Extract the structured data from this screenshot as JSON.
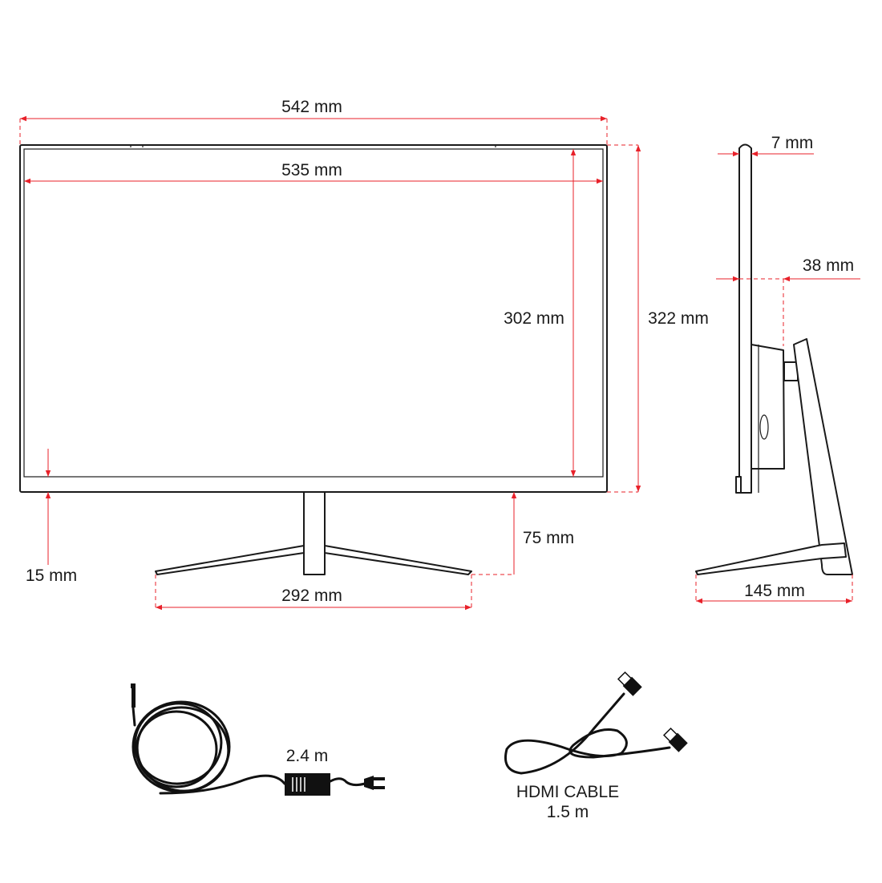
{
  "front_view": {
    "overall_width": "542 mm",
    "screen_width": "535 mm",
    "screen_height": "302 mm",
    "overall_height": "322 mm",
    "bottom_bezel": "15 mm",
    "stand_gap": "75 mm",
    "base_width": "292 mm"
  },
  "side_view": {
    "thickness": "7 mm",
    "depth_with_mount": "38 mm",
    "base_depth": "145 mm"
  },
  "accessories": {
    "power_cable_length": "2.4 m",
    "hdmi_label": "HDMI CABLE",
    "hdmi_length": "1.5 m"
  },
  "colors": {
    "dimension": "#e8212a",
    "outline": "#1a1a1a"
  }
}
